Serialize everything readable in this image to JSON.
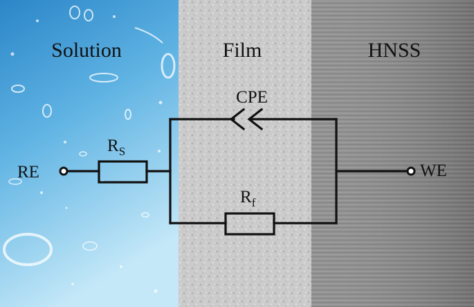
{
  "regions": {
    "solution": {
      "label": "Solution"
    },
    "film": {
      "label": "Film"
    },
    "substrate": {
      "label": "HNSS"
    }
  },
  "components": {
    "reference_electrode": {
      "label": "RE"
    },
    "working_electrode": {
      "label": "WE"
    },
    "solution_resistor": {
      "label": "R",
      "subscript": "S"
    },
    "film_resistor": {
      "label": "R",
      "subscript": "f"
    },
    "cpe": {
      "label": "CPE"
    }
  },
  "colors": {
    "solution_top": "#2f8fcd",
    "solution_bottom": "#bfe6f8",
    "film": "#c9c9c9",
    "substrate": "#8e8e8e",
    "wire": "#111111"
  }
}
